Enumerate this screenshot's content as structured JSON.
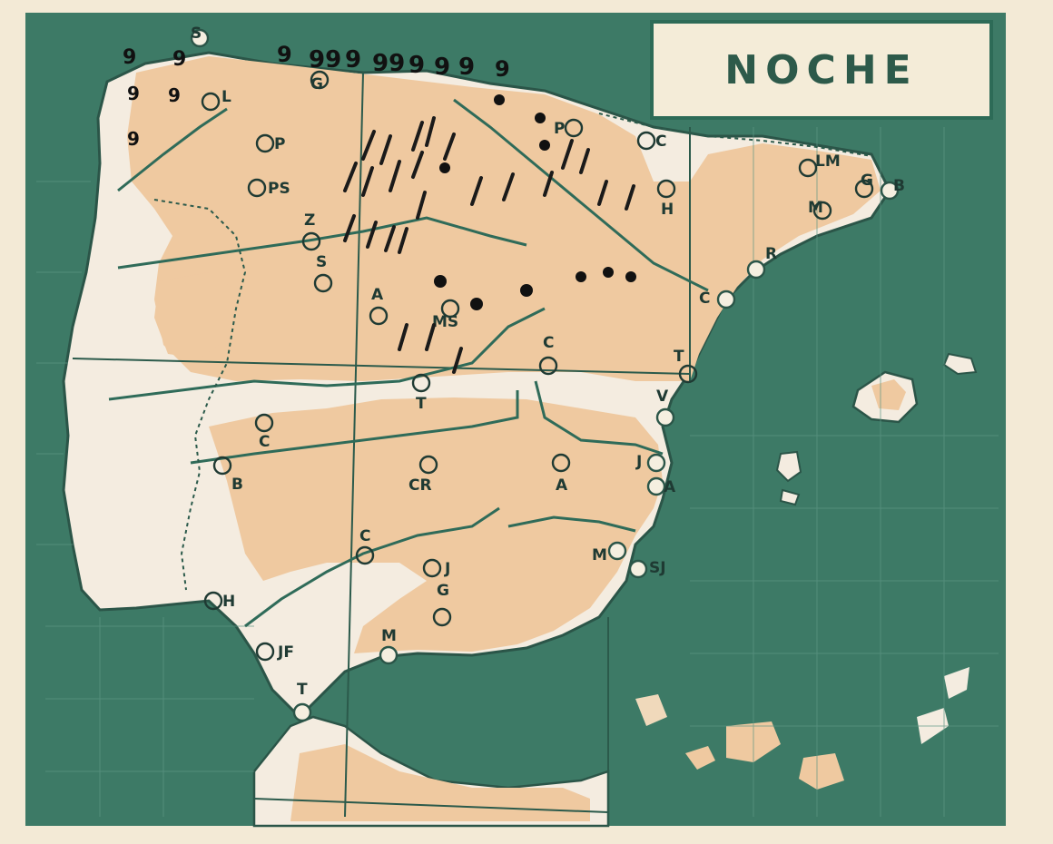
{
  "map": {
    "title": "NOCHE",
    "colors": {
      "sea": "#3d7a66",
      "land_dry": "#f4ece0",
      "land_rain_area": "#efc9a0",
      "ink": "#1f3a33",
      "rain_ink": "#111111",
      "paper": "#f3ead6"
    },
    "stations": [
      {
        "label": "L",
        "kind": "inland"
      },
      {
        "label": "S",
        "kind": "coast"
      },
      {
        "label": "G",
        "kind": "inland"
      },
      {
        "label": "P",
        "kind": "inland"
      },
      {
        "label": "PS",
        "kind": "inland"
      },
      {
        "label": "Z",
        "kind": "inland"
      },
      {
        "label": "S",
        "kind": "inland"
      },
      {
        "label": "A",
        "kind": "inland"
      },
      {
        "label": "P",
        "kind": "inland"
      },
      {
        "label": "C",
        "kind": "inland"
      },
      {
        "label": "H",
        "kind": "inland"
      },
      {
        "label": "LM",
        "kind": "inland"
      },
      {
        "label": "G",
        "kind": "inland"
      },
      {
        "label": "M",
        "kind": "inland"
      },
      {
        "label": "B",
        "kind": "coast"
      },
      {
        "label": "R",
        "kind": "coast"
      },
      {
        "label": "C",
        "kind": "coast"
      },
      {
        "label": "C",
        "kind": "inland"
      },
      {
        "label": "T",
        "kind": "inland"
      },
      {
        "label": "V",
        "kind": "coast"
      },
      {
        "label": "C",
        "kind": "inland"
      },
      {
        "label": "B",
        "kind": "inland"
      },
      {
        "label": "CR",
        "kind": "inland"
      },
      {
        "label": "A",
        "kind": "inland"
      },
      {
        "label": "J",
        "kind": "coast"
      },
      {
        "label": "A",
        "kind": "coast"
      },
      {
        "label": "C",
        "kind": "inland"
      },
      {
        "label": "J",
        "kind": "inland"
      },
      {
        "label": "M",
        "kind": "coast"
      },
      {
        "label": "SJ",
        "kind": "coast"
      },
      {
        "label": "G",
        "kind": "inland"
      },
      {
        "label": "H",
        "kind": "inland"
      },
      {
        "label": "JF",
        "kind": "inland"
      },
      {
        "label": "M",
        "kind": "coast"
      },
      {
        "label": "T",
        "kind": "coast"
      },
      {
        "label": "MS",
        "kind": "inland"
      },
      {
        "label": "T",
        "kind": "inland"
      }
    ]
  }
}
